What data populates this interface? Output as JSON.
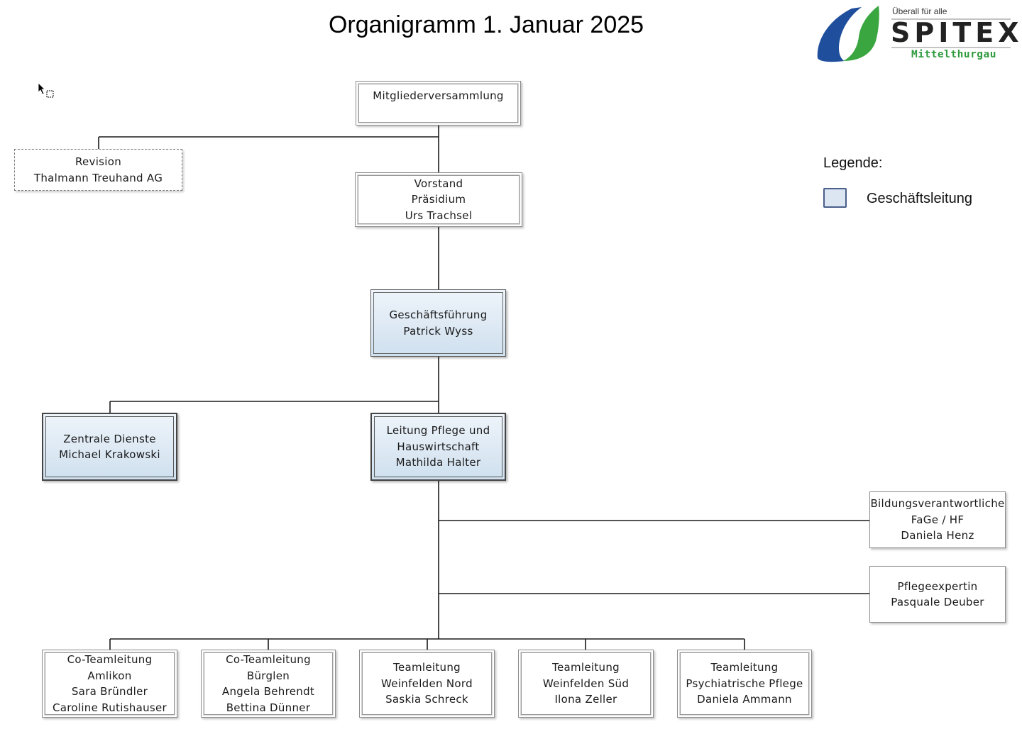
{
  "title": "Organigramm 1. Januar 2025",
  "logo": {
    "tagline": "Überall für alle",
    "name": "SPITEX",
    "region": "Mittelthurgau",
    "colors": {
      "blue": "#1f4f9c",
      "green": "#3aa640"
    }
  },
  "legend": {
    "title": "Legende:",
    "items": [
      {
        "label": "Geschäftsleitung",
        "color": "#dbe6f2"
      }
    ]
  },
  "nodes": {
    "mitglieder": {
      "lines": [
        "Mitgliederversammlung"
      ]
    },
    "revision": {
      "lines": [
        "Revision",
        "Thalmann Treuhand AG"
      ]
    },
    "vorstand": {
      "lines": [
        "Vorstand",
        "Präsidium",
        "Urs Trachsel"
      ]
    },
    "gf": {
      "lines": [
        "Geschäftsführung",
        "Patrick Wyss"
      ]
    },
    "zd": {
      "lines": [
        "Zentrale Dienste",
        "Michael Krakowski"
      ]
    },
    "lph": {
      "lines": [
        "Leitung Pflege und",
        "Hauswirtschaft",
        "Mathilda Halter"
      ]
    },
    "bildung": {
      "lines": [
        "Bildungsverantwortliche",
        "FaGe / HF",
        "Daniela Henz"
      ]
    },
    "pflegeexp": {
      "lines": [
        "Pflegeexpertin",
        "Pasquale Deuber"
      ]
    },
    "amlikon": {
      "lines": [
        "Co-Teamleitung",
        "Amlikon",
        "Sara Bründler",
        "Caroline Rutishauser"
      ]
    },
    "buerglen": {
      "lines": [
        "Co-Teamleitung",
        "Bürglen",
        "Angela Behrendt",
        "Bettina Dünner"
      ]
    },
    "wnord": {
      "lines": [
        "Teamleitung",
        "Weinfelden Nord",
        "Saskia Schreck"
      ]
    },
    "wsued": {
      "lines": [
        "Teamleitung",
        "Weinfelden Süd",
        "Ilona Zeller"
      ]
    },
    "psych": {
      "lines": [
        "Teamleitung",
        "Psychiatrische Pflege",
        "Daniela Ammann"
      ]
    }
  }
}
